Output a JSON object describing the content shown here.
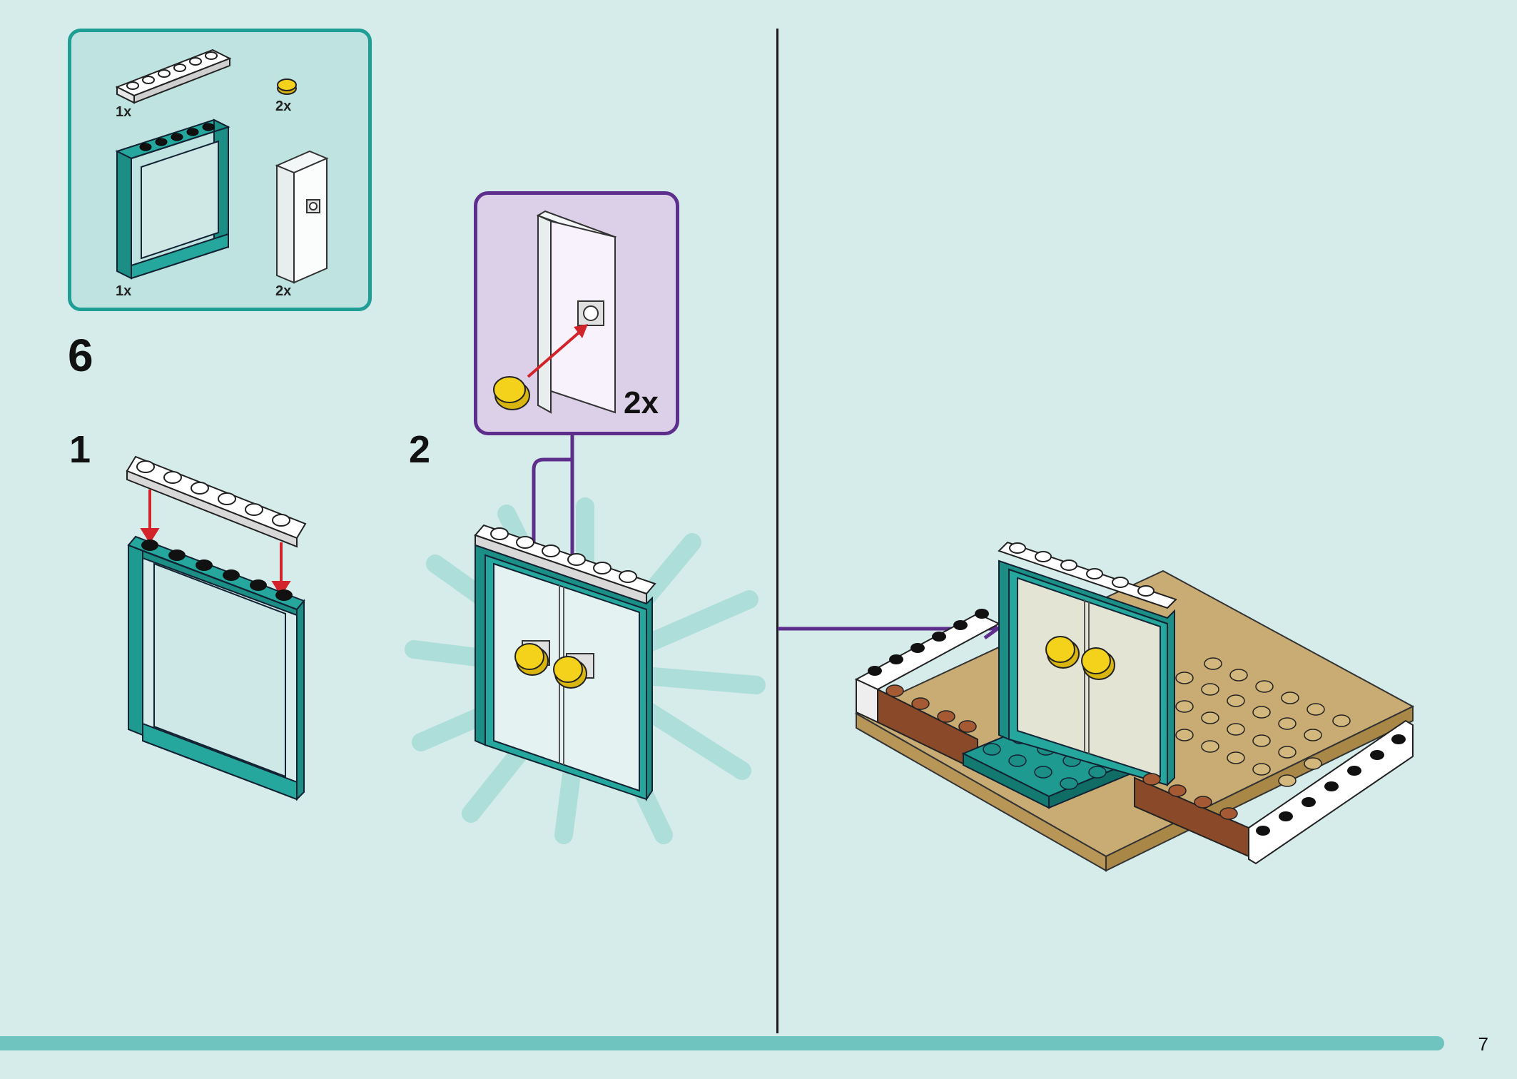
{
  "step": {
    "number": "6"
  },
  "parts_list": [
    {
      "name": "white 1x6 plate",
      "qty": "1x"
    },
    {
      "name": "yellow round tile",
      "qty": "2x"
    },
    {
      "name": "teal window frame",
      "qty": "1x"
    },
    {
      "name": "transparent door panel",
      "qty": "2x"
    }
  ],
  "substeps": [
    {
      "number": "1"
    },
    {
      "number": "2"
    }
  ],
  "callout": {
    "qty": "2x"
  },
  "page": {
    "number": "7"
  },
  "colors": {
    "background": "#d6ecea",
    "parts_border": "#1f9e95",
    "callout_border": "#5d2e8c",
    "arrow_red": "#d2232a",
    "arrow_purple": "#5d2e8c",
    "teal": "#1f9e95",
    "yellow": "#f4d21b"
  }
}
